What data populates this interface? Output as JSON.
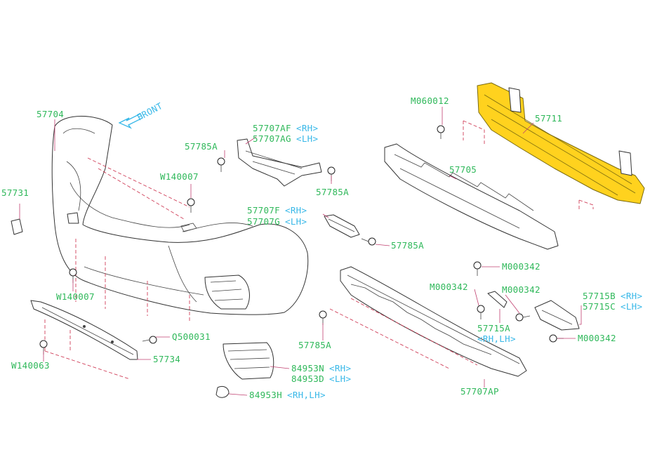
{
  "front_label": "FRONT",
  "colors": {
    "part_label": "#2fb85a",
    "side_label": "#38b8e8",
    "leader": "#c04070",
    "highlight": "#ffd21e"
  },
  "labels": {
    "p57704": "57704",
    "p57731": "57731",
    "p57785a_1": "57785A",
    "w140007_1": "W140007",
    "p57707af": "57707AF",
    "p57707af_side": "<RH>",
    "p57707ag": "57707AG",
    "p57707ag_side": "<LH>",
    "p57785a_2": "57785A",
    "p57707f": "57707F",
    "p57707f_side": "<RH>",
    "p57707g": "57707G",
    "p57707g_side": "<LH>",
    "p57785a_3": "57785A",
    "m060012": "M060012",
    "p57711": "57711",
    "p57705": "57705",
    "w140007_2": "W140007",
    "w140063": "W140063",
    "q500031": "Q500031",
    "p57734": "57734",
    "p84953n": "84953N",
    "p84953n_side": "<RH>",
    "p84953d": "84953D",
    "p84953d_side": "<LH>",
    "p84953h": "84953H",
    "p84953h_side": "<RH,LH>",
    "p57785a_4": "57785A",
    "p57707ap": "57707AP",
    "m000342_1": "M000342",
    "m000342_2": "M000342",
    "m000342_3": "M000342",
    "m000342_4": "M000342",
    "p57715a": "57715A",
    "p57715a_side": "<RH,LH>",
    "p57715b": "57715B",
    "p57715b_side": "<RH>",
    "p57715c": "57715C",
    "p57715c_side": "<LH>"
  }
}
